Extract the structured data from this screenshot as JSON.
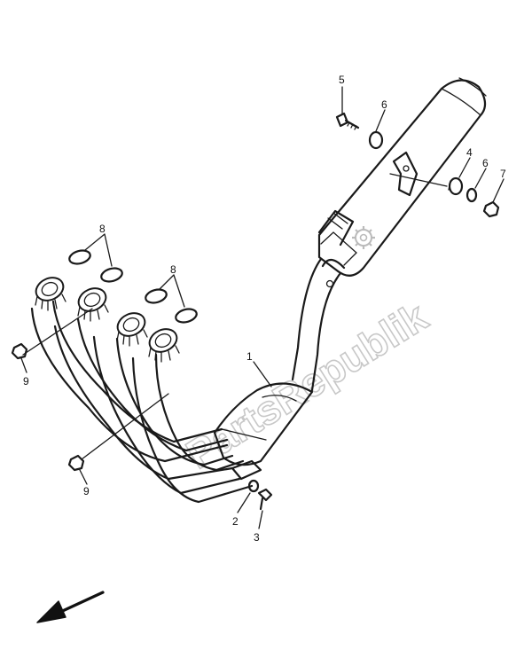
{
  "watermark": "PartsRepublik",
  "callouts": {
    "c1": "1",
    "c2": "2",
    "c3": "3",
    "c4": "4",
    "c5": "5",
    "c6a": "6",
    "c6b": "6",
    "c7": "7",
    "c8a": "8",
    "c8b": "8",
    "c9a": "9",
    "c9b": "9"
  },
  "icons": {
    "direction": "front-direction-arrow-icon",
    "gear": "gear-icon"
  }
}
